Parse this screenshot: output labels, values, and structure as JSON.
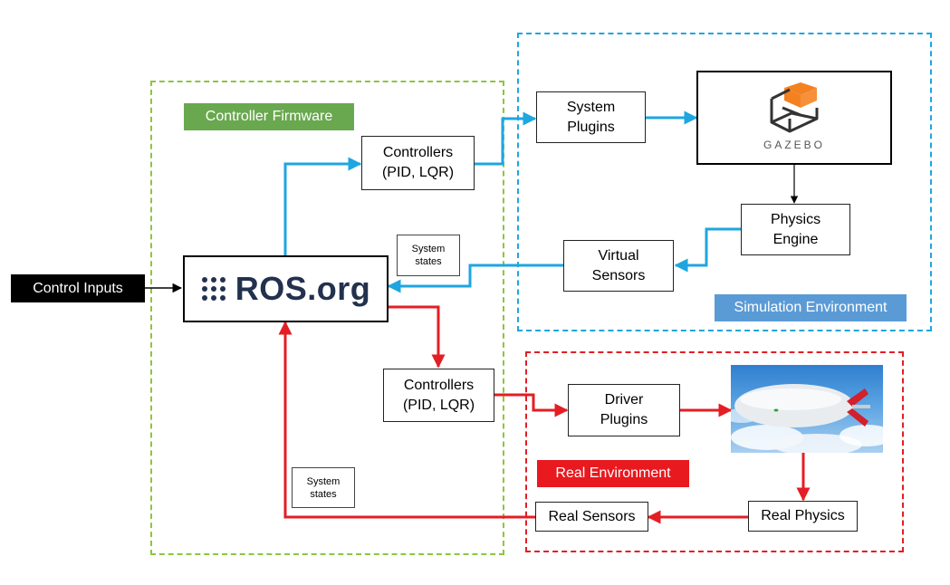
{
  "colors": {
    "green": "#8cc63f",
    "blue": "#1ea6e0",
    "red": "#e31e24",
    "tag_green": "#6aa84f",
    "tag_blue": "#5b9bd5",
    "tag_red": "#e8191f",
    "black": "#000000"
  },
  "regions": {
    "controller_firmware": "Controller Firmware",
    "simulation_environment": "Simulation Environment",
    "real_environment": "Real Environment"
  },
  "control_inputs": "Control Inputs",
  "ros": {
    "logo_icon": "ros-grid-icon",
    "text": "ROS.org"
  },
  "controllers_sim": {
    "line1": "Controllers",
    "line2": "(PID, LQR)"
  },
  "controllers_real": {
    "line1": "Controllers",
    "line2": "(PID, LQR)"
  },
  "system_plugins": {
    "line1": "System",
    "line2": "Plugins"
  },
  "gazebo": {
    "icon": "gazebo-logo-icon",
    "text": "GAZEBO"
  },
  "physics_engine": {
    "line1": "Physics",
    "line2": "Engine"
  },
  "virtual_sensors": {
    "line1": "Virtual",
    "line2": "Sensors"
  },
  "driver_plugins": {
    "line1": "Driver",
    "line2": "Plugins"
  },
  "blimp_image": "blimp-photo",
  "real_physics": "Real Physics",
  "real_sensors": "Real Sensors",
  "system_states_sim": {
    "line1": "System",
    "line2": "states"
  },
  "system_states_real": {
    "line1": "System",
    "line2": "states"
  }
}
